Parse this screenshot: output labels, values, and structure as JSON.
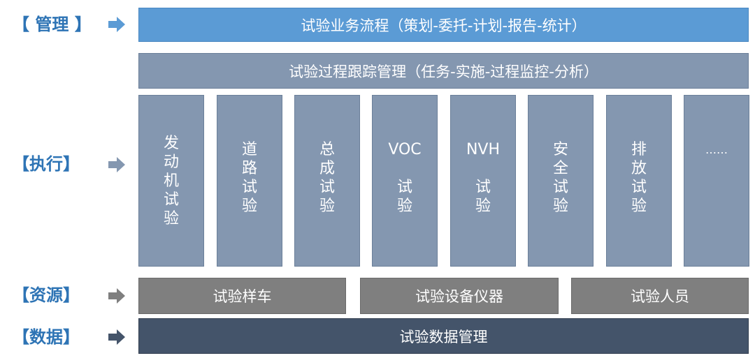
{
  "labels": {
    "management": "【 管理 】",
    "execution": "【执行】",
    "resources": "【资源】",
    "data": "【数据】"
  },
  "management_box": "试验业务流程（策划-委托-计划-报告-统计）",
  "tracking_box": "试验过程跟踪管理（任务-实施-过程监控-分析）",
  "test_types": [
    {
      "chars": [
        "发",
        "动",
        "机",
        "试",
        "验"
      ]
    },
    {
      "chars": [
        "道",
        "路",
        "试",
        "验"
      ]
    },
    {
      "chars": [
        "总",
        "成",
        "试",
        "验"
      ]
    },
    {
      "head": "VOC",
      "chars": [
        "试",
        "验"
      ]
    },
    {
      "head": "NVH",
      "chars": [
        "试",
        "验"
      ]
    },
    {
      "chars": [
        "安",
        "全",
        "试",
        "验"
      ]
    },
    {
      "chars": [
        "排",
        "放",
        "试",
        "验"
      ]
    },
    {
      "chars": [
        "……"
      ]
    }
  ],
  "resources": [
    "试验样车",
    "试验设备仪器",
    "试验人员"
  ],
  "data_box": "试验数据管理",
  "colors": {
    "label": "#2e74b5",
    "management": "#5b9bd5",
    "execution": "#8497b0",
    "resources": "#7f7f7f",
    "data": "#44546a",
    "arrow": "#5b9bd5"
  },
  "icons": {
    "row_arrow": "right-arrow-icon"
  }
}
